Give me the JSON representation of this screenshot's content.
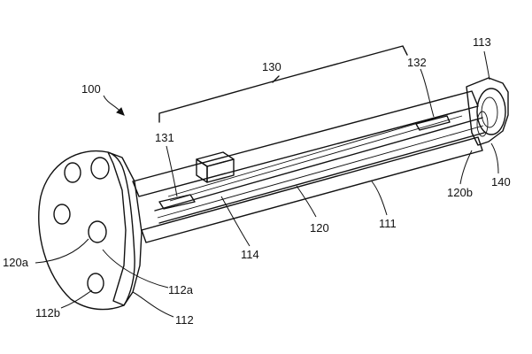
{
  "figure": {
    "labels": {
      "l100": "100",
      "l130": "130",
      "l113": "113",
      "l132": "132",
      "l131": "131",
      "l140": "140",
      "l120b": "120b",
      "l111": "111",
      "l120": "120",
      "l114": "114",
      "l120a": "120a",
      "l112a": "112a",
      "l112b": "112b",
      "l112": "112"
    }
  }
}
